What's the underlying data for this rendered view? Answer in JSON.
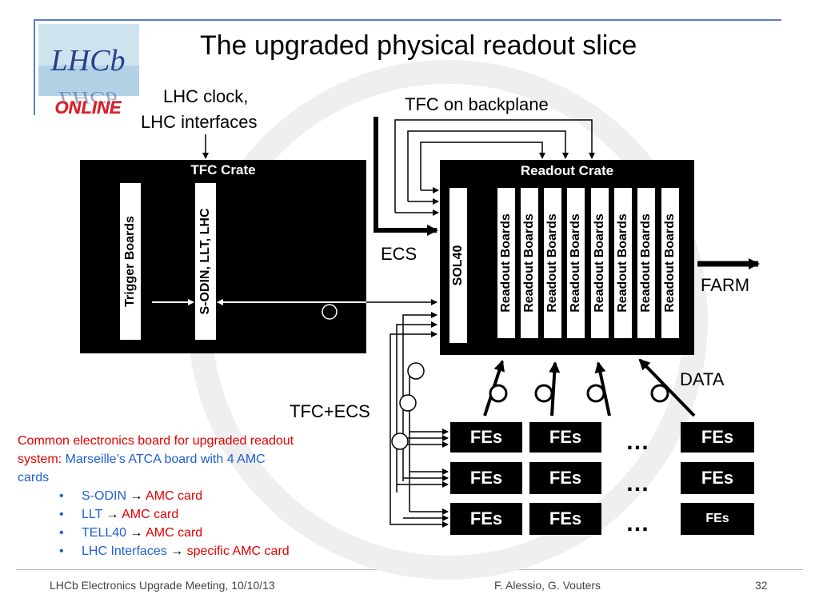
{
  "title": "The upgraded physical readout slice",
  "logo": {
    "top": "LHCb",
    "bottom": "ONLINE"
  },
  "labels": {
    "lhc_clock_line1": "LHC clock,",
    "lhc_clock_line2": "LHC interfaces",
    "tfc_backplane": "TFC on backplane",
    "ecs": "ECS",
    "farm": "FARM",
    "data": "DATA",
    "tfc_ecs": "TFC+ECS"
  },
  "tfc_crate": {
    "title": "TFC Crate",
    "boards": [
      "Trigger Boards",
      "S-ODIN, LLT, LHC"
    ]
  },
  "readout_crate": {
    "title": "Readout Crate",
    "sol": "SOL40",
    "boards": [
      "Readout Boards",
      "Readout Boards",
      "Readout Boards",
      "Readout Boards",
      "Readout Boards",
      "Readout Boards",
      "Readout Boards",
      "Readout Boards"
    ]
  },
  "fe_rows": [
    [
      "FEs",
      "FEs",
      "FEs"
    ],
    [
      "FEs",
      "FEs",
      "FEs"
    ],
    [
      "FEs",
      "FEs",
      "FEs"
    ]
  ],
  "ellipsis": "…",
  "notes": {
    "line1_red": "Common electronics board for upgraded readout",
    "line2_red": "system: ",
    "line2_blue": "Marseille’s ATCA board with 4 AMC",
    "line3_blue": "cards",
    "bullets": [
      {
        "name": "S-ODIN",
        "target": "AMC card"
      },
      {
        "name": "LLT",
        "target": "AMC card"
      },
      {
        "name": "TELL40",
        "target": "AMC card"
      },
      {
        "name": "LHC Interfaces",
        "target": "specific AMC card"
      }
    ],
    "bullet_char": "•",
    "arrow": "→"
  },
  "footer": {
    "left": "LHCb Electronics Upgrade Meeting, 10/10/13",
    "center": "F. Alessio, G. Vouters",
    "page": "32"
  },
  "colors": {
    "accent_line": "#5b7fc0",
    "note_red": "#e00000",
    "note_blue": "#1f5fd1"
  }
}
